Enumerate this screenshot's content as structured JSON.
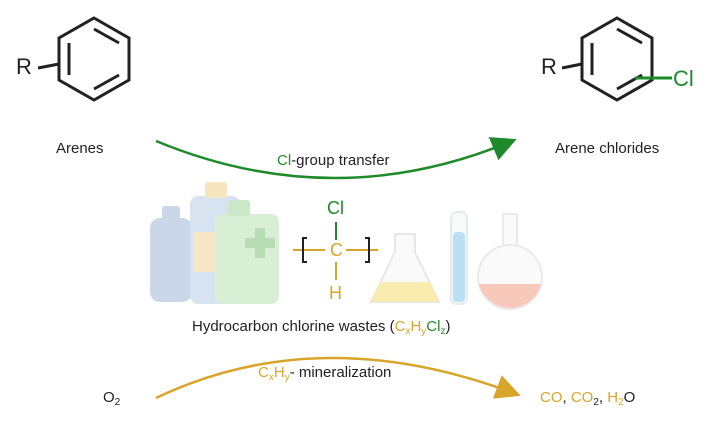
{
  "left_molecule": {
    "substituent": "R",
    "label": "Arenes"
  },
  "right_molecule": {
    "substituent": "R",
    "halogen": "Cl",
    "label": "Arene chlorides"
  },
  "top_arrow": {
    "prefix": "Cl",
    "text": "-group transfer"
  },
  "polymer_unit": {
    "top": "Cl",
    "center": "C",
    "bottom": "H"
  },
  "waste_label": {
    "text": "Hydrocarbon chlorine wastes (",
    "formula": [
      "C",
      "x",
      "H",
      "y",
      "Cl",
      "z"
    ],
    "close": ")"
  },
  "bottom_arrow": {
    "formula": [
      "C",
      "x",
      "H",
      "y"
    ],
    "text": "- mineralization"
  },
  "reactant": {
    "base": "O",
    "sub": "2"
  },
  "products": {
    "p1": "CO",
    "sep1": ", ",
    "p2": "CO",
    "p2_sub": "2",
    "sep2": ", ",
    "p3_a": "H",
    "p3_sub": "2",
    "p3_b": "O"
  },
  "colors": {
    "green": "#1f8a2a",
    "gold": "#d8a52a",
    "black": "#222222"
  }
}
